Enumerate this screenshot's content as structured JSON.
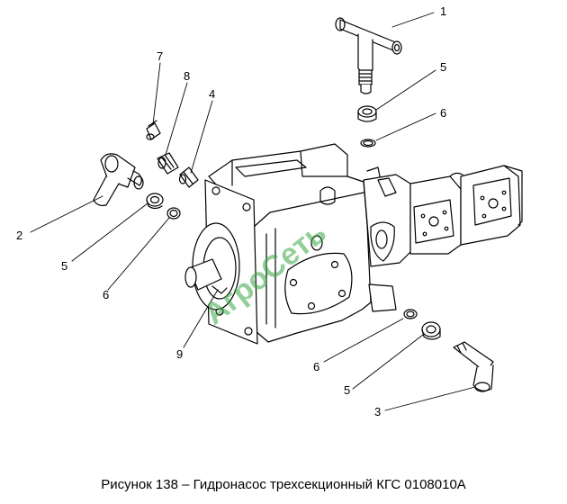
{
  "callouts": {
    "c1": "1",
    "c2": "2",
    "c3": "3",
    "c4": "4",
    "c5a": "5",
    "c5b": "5",
    "c5c": "5",
    "c6a": "6",
    "c6b": "6",
    "c6c": "6",
    "c7": "7",
    "c8": "8",
    "c9": "9"
  },
  "watermark": "АгроСеть",
  "caption": "Рисунок 138 – Гидронасос трехсекционный КГС 0108010А",
  "colors": {
    "line": "#000000",
    "watermark": "#3aa845"
  }
}
